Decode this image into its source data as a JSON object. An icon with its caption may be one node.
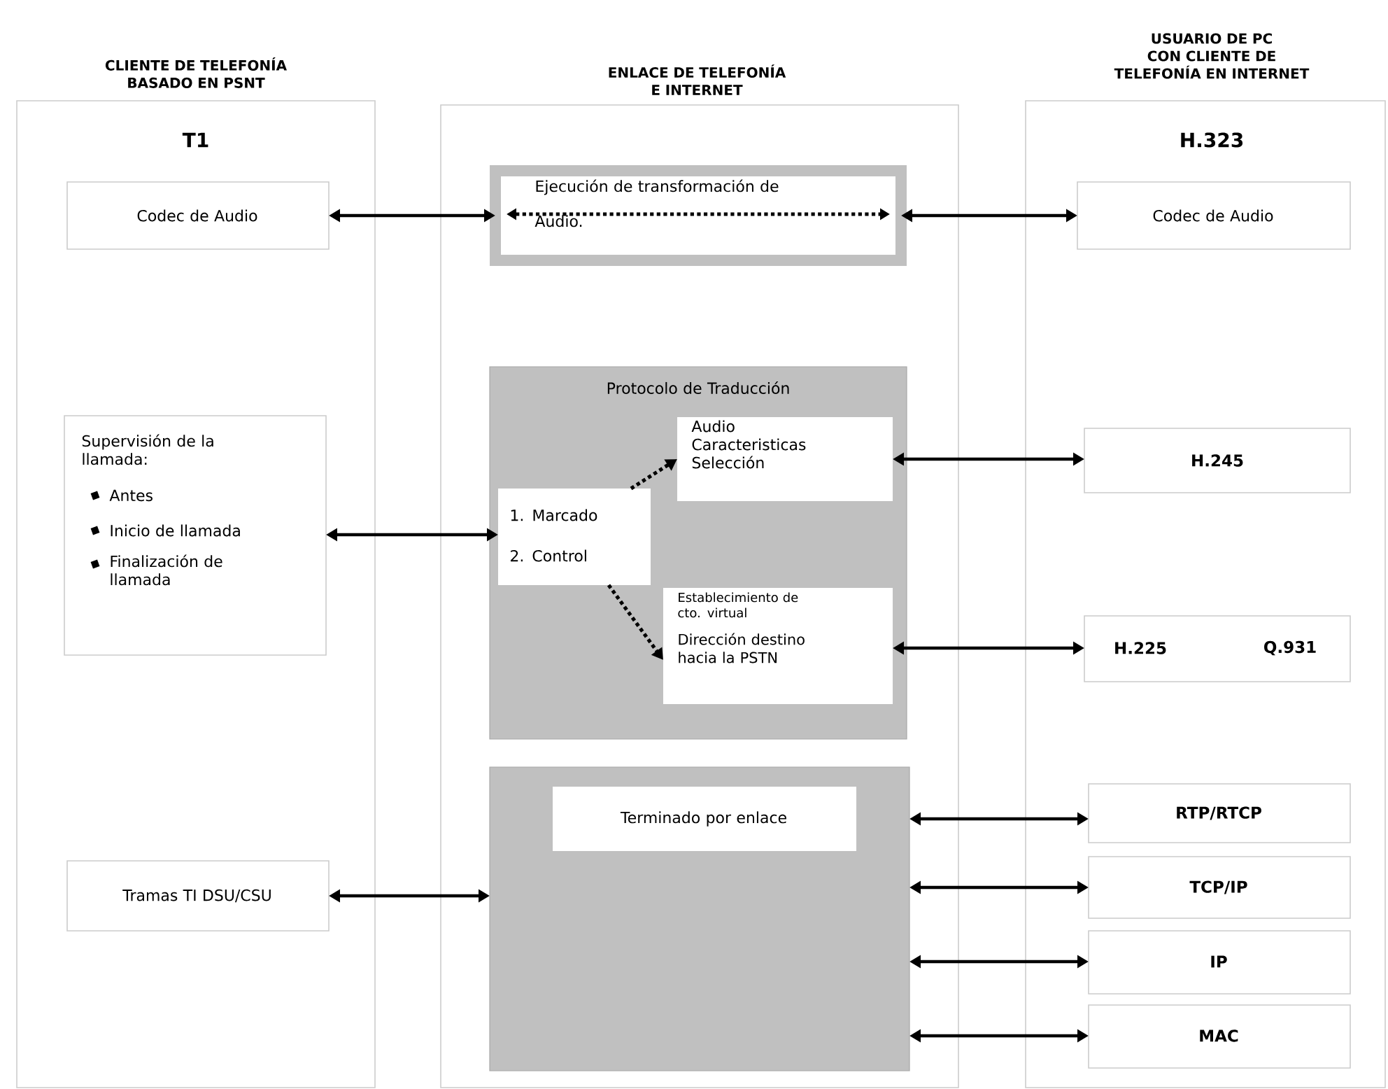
{
  "diagram": {
    "nodes": [
      {
        "text": [
          "CLIENTE DE TELEFONÍA BASADO EN PSNT",
          "T1"
        ]
      },
      {
        "text": [
          "Codec de Audio"
        ],
        "in": 0
      },
      {
        "text": [
          "Supervisión de la llamada:",
          "Antes",
          "Inicio de llamada",
          "Finalización de llamada"
        ],
        "in": 0
      },
      {
        "text": [
          "Tramas TI DSU/CSU"
        ],
        "in": 0
      },
      {
        "text": [
          "ENLACE DE TELEFONÍA E INTERNET"
        ]
      },
      {
        "text": [
          "Ejecución de transformación de Audio."
        ],
        "in": 4
      },
      {
        "text": [
          "Protocolo de Traducción"
        ],
        "in": 4
      },
      {
        "text": [
          "1. Marcado",
          "2. Control"
        ],
        "in": 6
      },
      {
        "text": [
          "Audio Caracteristicas Selección"
        ],
        "in": 6
      },
      {
        "text": [
          "Establecimiento de cto. virtual",
          "Dirección destino hacia la PSTN"
        ],
        "in": 6
      },
      {
        "text": [],
        "shape": "box",
        "in": 4
      },
      {
        "text": [
          "Terminado por enlace"
        ],
        "in": 10
      },
      {
        "text": [
          "USUARIO DE PC CON CLIENTE DE TELEFONÍA EN INTERNET",
          "H.323"
        ]
      },
      {
        "text": [
          "Codec de Audio"
        ],
        "in": 12
      },
      {
        "text": [
          "H.245"
        ],
        "in": 12
      },
      {
        "text": [
          "H.225",
          "Q.931"
        ],
        "in": 12
      },
      {
        "text": [
          "RTP/RTCP"
        ],
        "in": 12
      },
      {
        "text": [
          "TCP/IP"
        ],
        "in": 12
      },
      {
        "text": [
          "IP"
        ],
        "in": 12
      },
      {
        "text": [
          "MAC"
        ],
        "in": 12
      }
    ],
    "edges": [
      {
        "from": 1,
        "to": 5,
        "arrow": "both"
      },
      {
        "from": 5,
        "to": 13,
        "arrow": "both"
      },
      {
        "from": 7,
        "to": 8,
        "arrow": "to",
        "style": "dashed"
      },
      {
        "from": 7,
        "to": 9,
        "arrow": "to",
        "style": "dashed"
      },
      {
        "from": 2,
        "to": 7,
        "arrow": "both"
      },
      {
        "from": 8,
        "to": 14,
        "arrow": "both"
      },
      {
        "from": 9,
        "to": 15,
        "arrow": "both"
      },
      {
        "from": 10,
        "to": 16,
        "arrow": "both"
      },
      {
        "from": 10,
        "to": 17,
        "arrow": "both"
      },
      {
        "from": 10,
        "to": 18,
        "arrow": "both"
      },
      {
        "from": 10,
        "to": 19,
        "arrow": "both"
      },
      {
        "from": 3,
        "to": 10,
        "arrow": "both"
      }
    ]
  }
}
